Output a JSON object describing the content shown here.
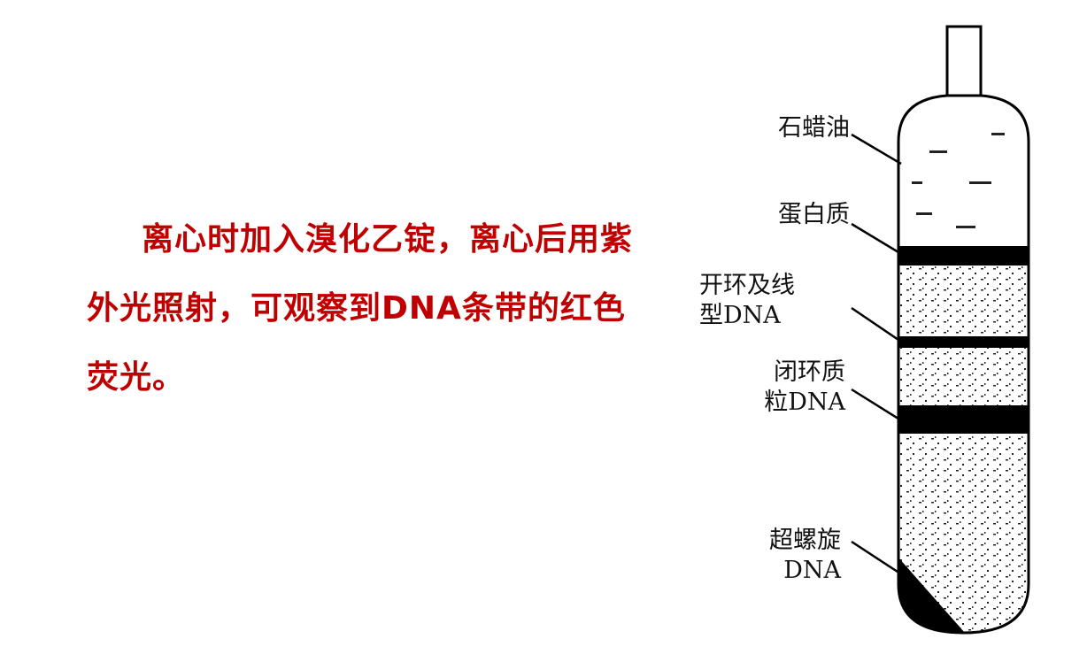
{
  "paragraph": "离心时加入溴化乙锭，离心后用紫外光照射，可观察到DNA条带的红色荧光。",
  "diagram": {
    "labels": [
      {
        "line1": "石蜡油",
        "line2": ""
      },
      {
        "line1": "蛋白质",
        "line2": ""
      },
      {
        "line1": "开环及线",
        "line2": "型DNA"
      },
      {
        "line1": "闭环质",
        "line2": "粒DNA"
      },
      {
        "line1": "超螺旋",
        "line2": "DNA"
      }
    ]
  },
  "colors": {
    "text": "#c00000"
  }
}
